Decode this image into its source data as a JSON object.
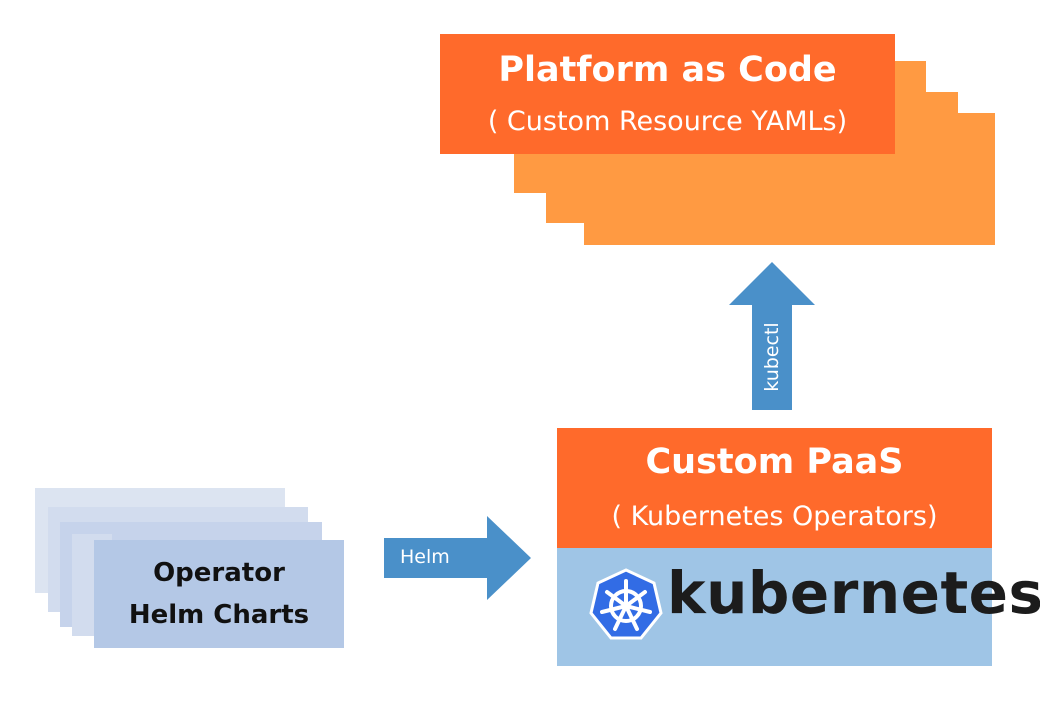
{
  "platform_as_code": {
    "title": "Platform as Code",
    "subtitle": "( Custom Resource YAMLs)"
  },
  "kubectl_arrow": {
    "label": "kubectl"
  },
  "custom_paas": {
    "title": "Custom PaaS",
    "subtitle": "( Kubernetes Operators)"
  },
  "kubernetes": {
    "wordmark": "kubernetes",
    "logo_icon": "helm-wheel-icon"
  },
  "helm_arrow": {
    "label": "Helm"
  },
  "operator_helm_charts": {
    "line1": "Operator",
    "line2": "Helm Charts"
  },
  "colors": {
    "orange_dark": "#FF6A2B",
    "orange_light": "#FF9A42",
    "arrow_blue": "#4A90C9",
    "k8s_blue": "#9FC5E6",
    "k8s_logo_blue": "#326CE5",
    "charts_front": "#B4C8E6"
  }
}
